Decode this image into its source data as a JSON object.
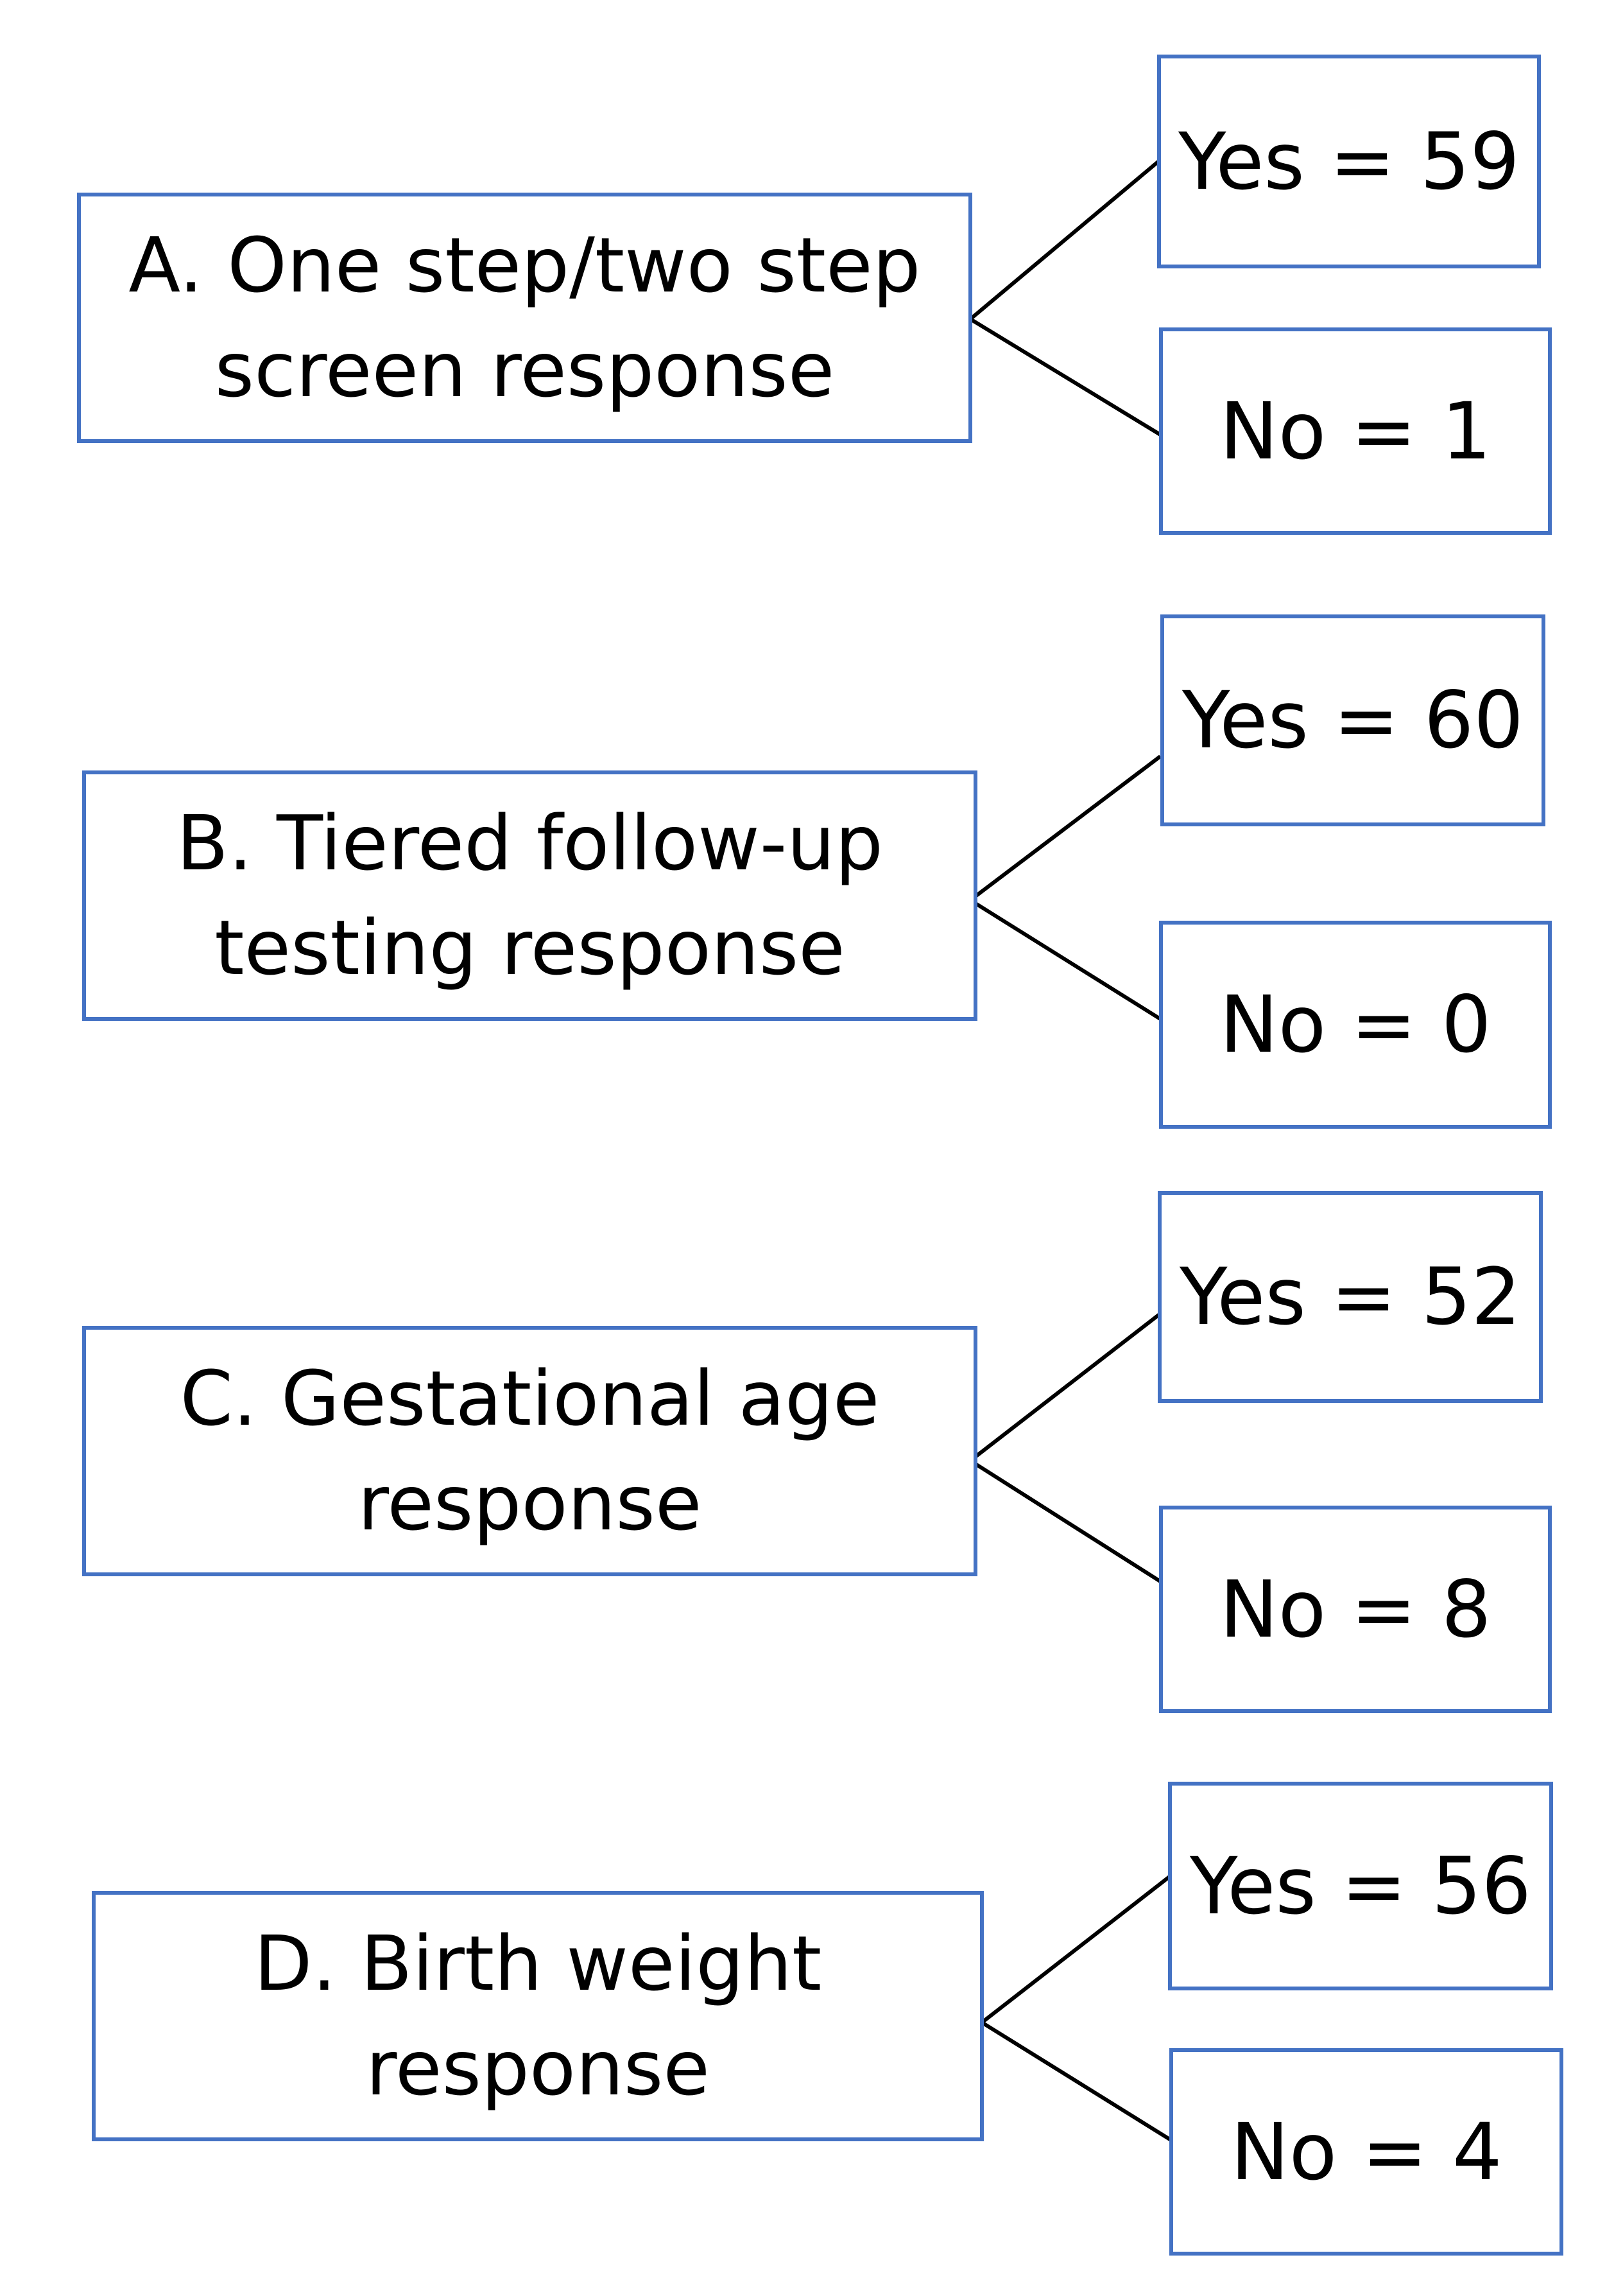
{
  "questions": [
    {
      "id": "A",
      "line1": "A. One step/two step",
      "line2": "screen response",
      "yes_label": "Yes = 59",
      "no_label": "No = 1",
      "yes": 59,
      "no": 1
    },
    {
      "id": "B",
      "line1": "B. Tiered follow-up",
      "line2": "testing response",
      "yes_label": "Yes = 60",
      "no_label": "No = 0",
      "yes": 60,
      "no": 0
    },
    {
      "id": "C",
      "line1": "C. Gestational age",
      "line2": "response",
      "yes_label": "Yes = 52",
      "no_label": "No = 8",
      "yes": 52,
      "no": 8
    },
    {
      "id": "D",
      "line1": "D. Birth weight",
      "line2": "response",
      "yes_label": "Yes = 56",
      "no_label": "No = 4",
      "yes": 56,
      "no": 4
    }
  ],
  "colors": {
    "box_border": "#4472c4",
    "connector": "#000000",
    "text": "#000000"
  }
}
